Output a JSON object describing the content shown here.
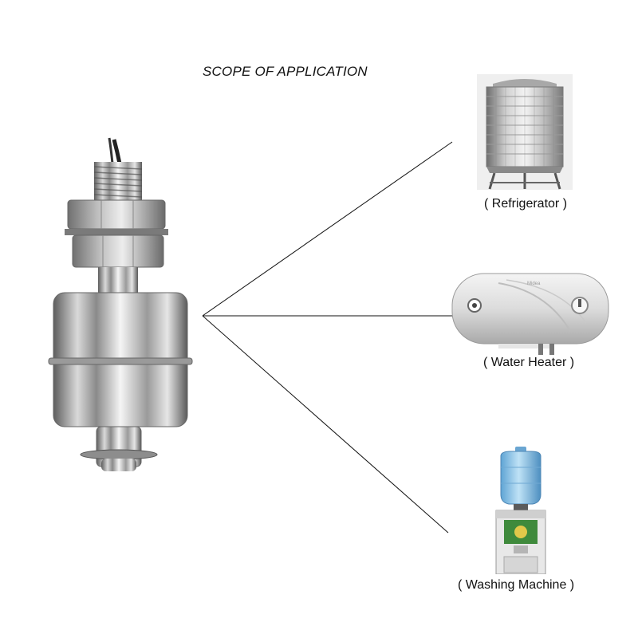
{
  "title": "SCOPE OF APPLICATION",
  "applications": [
    {
      "label": "( Refrigerator )",
      "icon": "stainless-water-tank-icon"
    },
    {
      "label": "( Water Heater )",
      "icon": "electric-water-heater-icon"
    },
    {
      "label": "( Washing Machine )",
      "icon": "water-dispenser-icon"
    }
  ],
  "product": {
    "icon": "stainless-float-level-switch-icon"
  },
  "colors": {
    "line": "#111111",
    "steel_light": "#f2f2f2",
    "steel_dark": "#6a6a6a",
    "bottle_blue": "#8fc4e6",
    "dispenser_green": "#3f8a3c"
  }
}
